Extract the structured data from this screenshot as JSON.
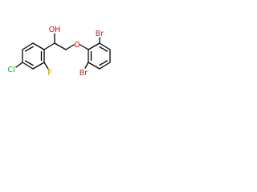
{
  "molecule": {
    "atoms": {
      "hydroxyl": "OH",
      "ether_oxygen": "O",
      "bromine_top": "Br",
      "bromine_bottom": "Br",
      "chlorine": "Cl",
      "fluorine": "F"
    },
    "colors": {
      "bond": "#000000",
      "oxygen": "#e00000",
      "bromine": "#a52a2a",
      "chlorine": "#1fb01f",
      "fluorine": "#b39a00"
    }
  }
}
